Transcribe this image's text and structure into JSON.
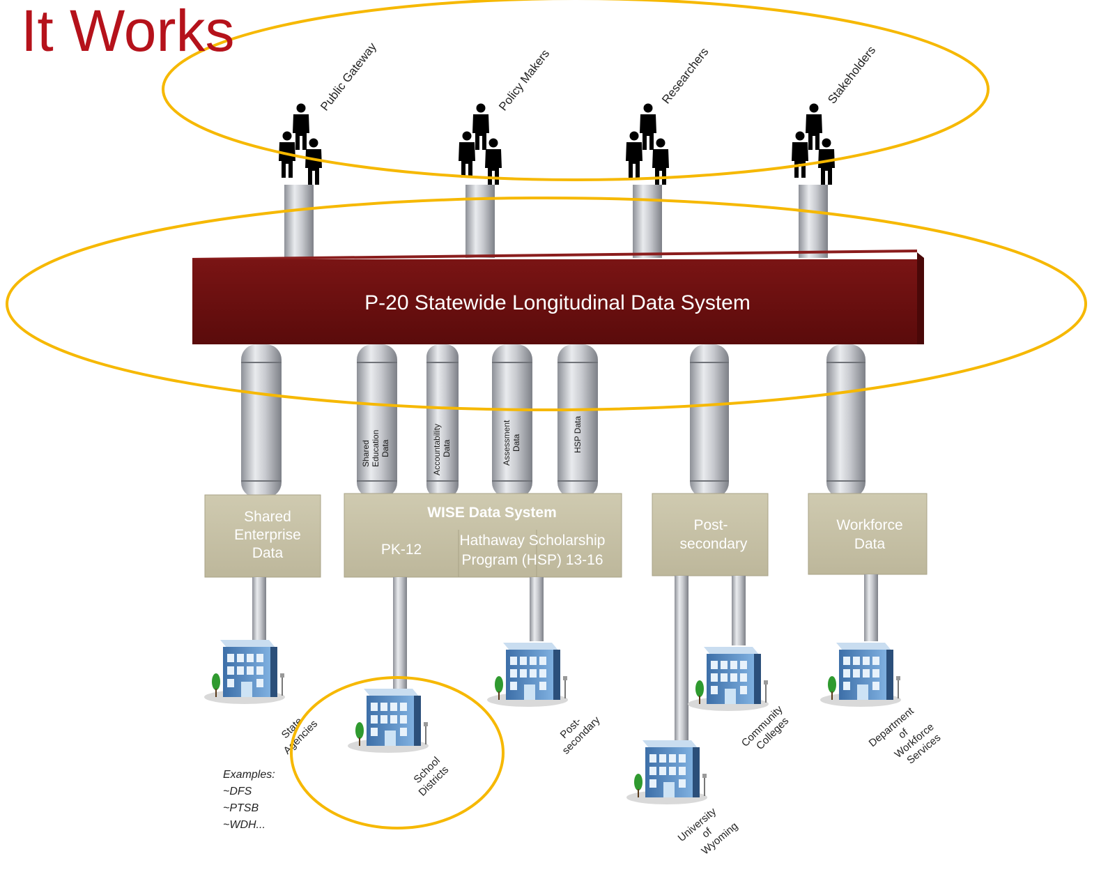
{
  "title": "It Works",
  "user_groups": [
    "Public Gateway",
    "Policy Makers",
    "Researchers",
    "Stakeholders"
  ],
  "central_system": "P-20 Statewide Longitudinal Data System",
  "data_pipes": [
    {
      "line1": "Shared",
      "line2": "Education",
      "line3": "Data"
    },
    {
      "line1": "Accountability",
      "line2": "Data"
    },
    {
      "line1": "Assessment",
      "line2": "Data"
    },
    {
      "line1": "HSP Data"
    }
  ],
  "boxes": {
    "shared_enterprise": {
      "line1": "Shared",
      "line2": "Enterprise",
      "line3": "Data"
    },
    "wise": {
      "title": "WISE Data System",
      "pk12": "PK-12",
      "hsp_line1": "Hathaway Scholarship",
      "hsp_line2": "Program (HSP) 13-16"
    },
    "postsecondary": {
      "line1": "Post-",
      "line2": "secondary"
    },
    "workforce": {
      "line1": "Workforce",
      "line2": "Data"
    }
  },
  "sources": {
    "state_agencies": {
      "line1": "State",
      "line2": "Agencies"
    },
    "school_districts": {
      "line1": "School",
      "line2": "Districts"
    },
    "postsecondary": {
      "line1": "Post-",
      "line2": "secondary"
    },
    "university": {
      "line1": "University",
      "line2": "of",
      "line3": "Wyoming"
    },
    "community_colleges": {
      "line1": "Community",
      "line2": "Colleges"
    },
    "workforce_services": {
      "line1": "Department",
      "line2": "of",
      "line3": "Workforce",
      "line4": "Services"
    }
  },
  "examples": {
    "heading": "Examples:",
    "items": [
      "~DFS",
      "~PTSB",
      "~WDH..."
    ]
  },
  "colors": {
    "title": "#b5121b",
    "banner": "#6b0d0d",
    "highlight": "#f6b800",
    "box": "#cbc6ab",
    "pipe": "#b9bcc2"
  }
}
